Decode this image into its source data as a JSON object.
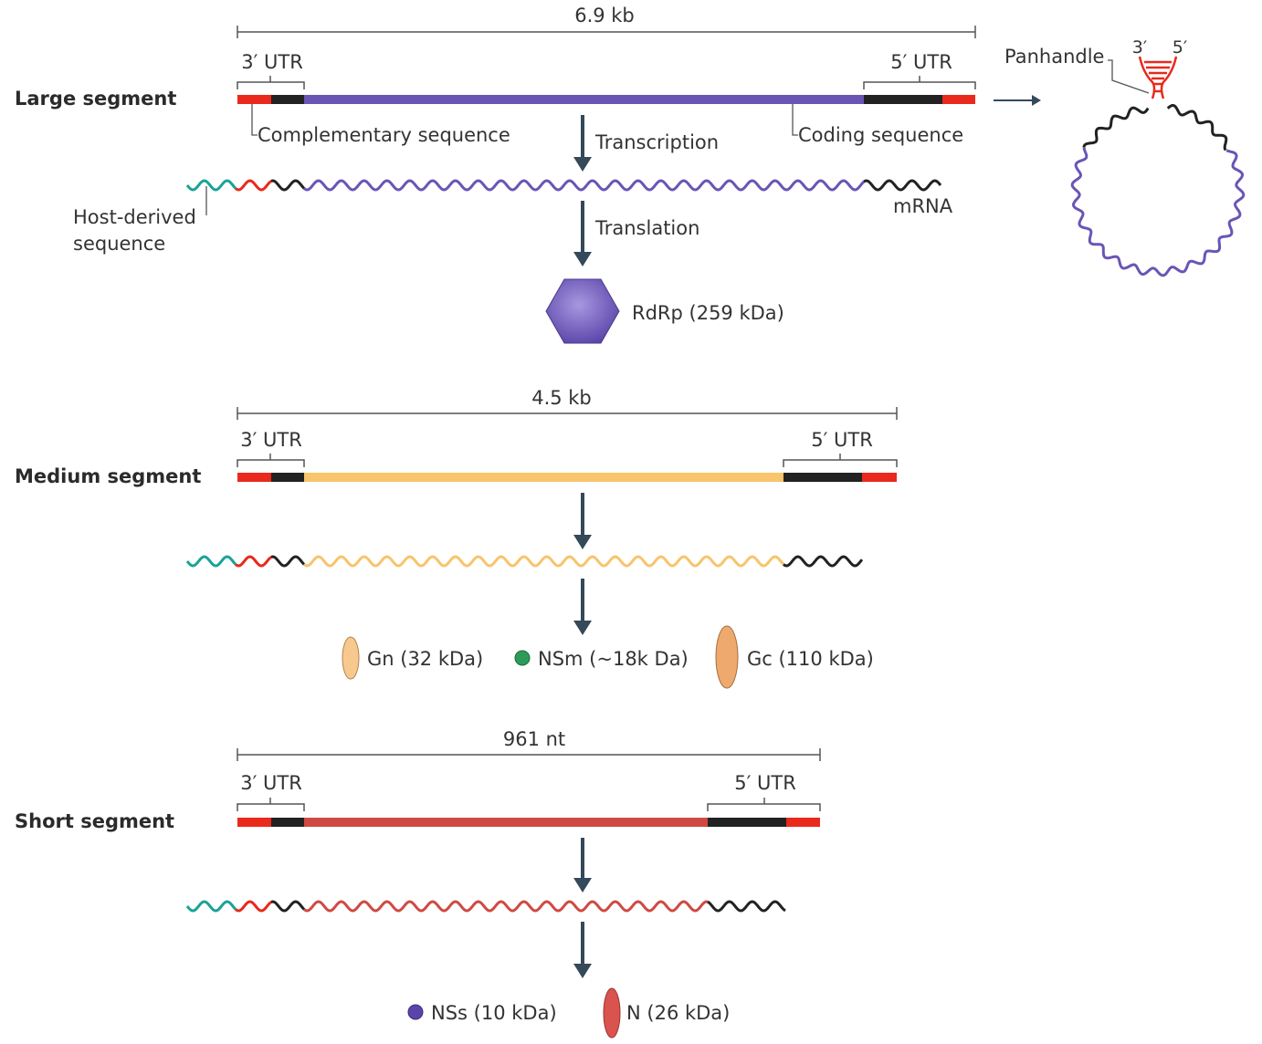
{
  "colors": {
    "red": "#e8291c",
    "black": "#222222",
    "teal": "#1aa398",
    "purple": "#6a55b5",
    "yellow": "#f8c46c",
    "salmon": "#cf4a43",
    "arrow": "#34495a",
    "gray": "#555555"
  },
  "large": {
    "title": "Large segment",
    "length": "6.9 kb",
    "utr3": "3′ UTR",
    "utr5": "5′ UTR",
    "complementary": "Complementary sequence",
    "coding": "Coding sequence",
    "transcription": "Transcription",
    "translation": "Translation",
    "mrna": "mRNA",
    "host_line1": "Host-derived",
    "host_line2": "sequence",
    "protein": "RdRp (259 kDa)",
    "panhandle": "Panhandle",
    "p3": "3′",
    "p5": "5′"
  },
  "medium": {
    "title": "Medium segment",
    "length": "4.5 kb",
    "utr3": "3′ UTR",
    "utr5": "5′ UTR",
    "gn": "Gn (32 kDa)",
    "nsm": "NSm (~18k Da)",
    "gc": "Gc (110 kDa)"
  },
  "short": {
    "title": "Short segment",
    "length": "961 nt",
    "utr3": "3′ UTR",
    "utr5": "5′ UTR",
    "nss": "NSs (10 kDa)",
    "n": "N (26 kDa)"
  }
}
